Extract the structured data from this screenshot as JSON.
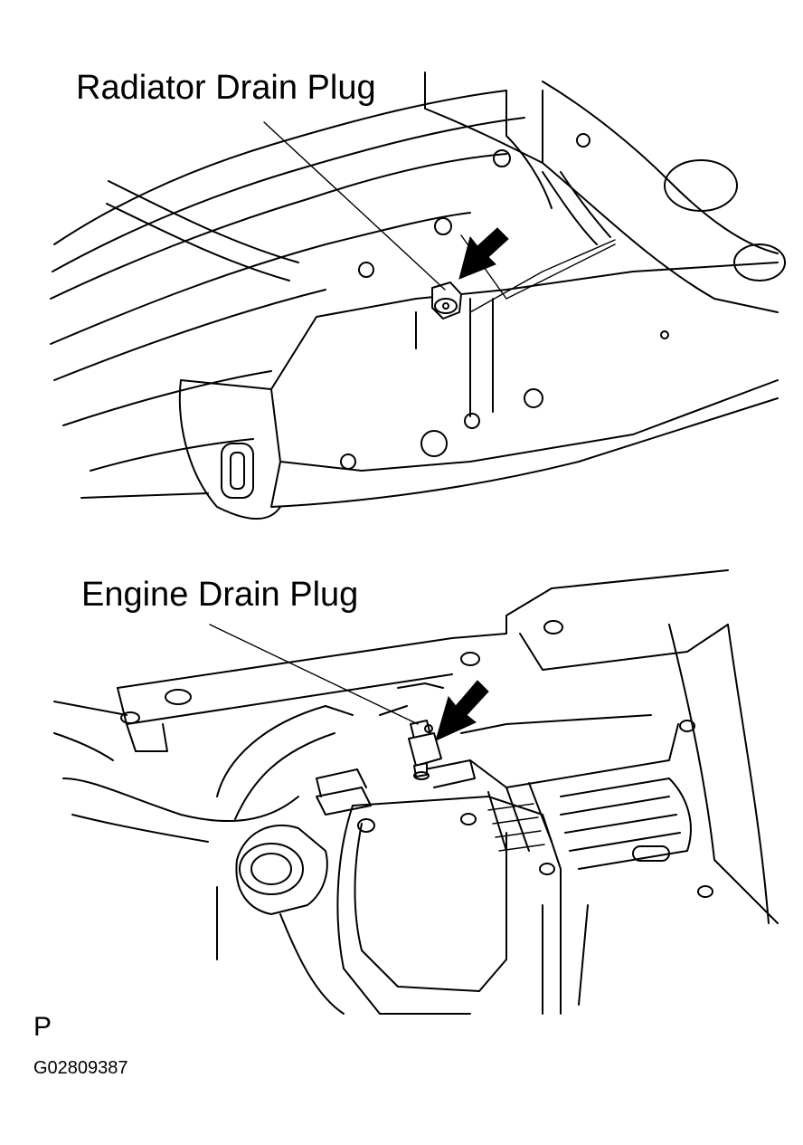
{
  "callouts": {
    "radiator_drain_plug": "Radiator Drain Plug",
    "engine_drain_plug": "Engine Drain Plug"
  },
  "footer": {
    "corner_mark": "P",
    "figure_id": "G02809387"
  },
  "colors": {
    "ink": "#000000",
    "paper": "#ffffff"
  }
}
